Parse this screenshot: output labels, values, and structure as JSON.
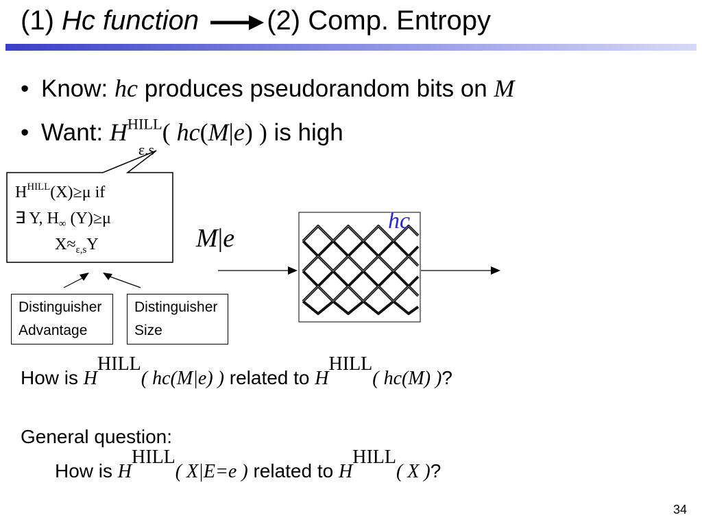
{
  "title": {
    "left_prefix": "(1) ",
    "left_italic": "Hc function",
    "right": "(2) Comp. Entropy",
    "arrow_icon": "right-arrow-icon"
  },
  "bullets": [
    {
      "lead": "Know: ",
      "math_hc": "hc",
      "middle": " produces pseudorandom bits on ",
      "math_M": "M"
    },
    {
      "lead": "Want: ",
      "H": "H",
      "sup": "HILL",
      "sub": "ε,s",
      "expr_open": "( ",
      "hc": "hc",
      "paren": "(",
      "M": "M",
      "bar": "|",
      "e": "e",
      "close": ") )",
      "tail": " is high"
    }
  ],
  "callout": {
    "line1_H": "H",
    "line1_sup": "HILL",
    "line1_rest": "(X)≥μ if",
    "line2_a": "∃ Y, H",
    "line2_sub": "∞",
    "line2_b": " (Y)≥μ",
    "line3_a": "X≈",
    "line3_sub": "ε,s",
    "line3_b": "Y"
  },
  "distinguishers": {
    "advantage": [
      "Distinguisher",
      "Advantage"
    ],
    "size": [
      "Distinguisher",
      "Size"
    ]
  },
  "diagram": {
    "input_M": "M",
    "input_bar": "|",
    "input_e": "e",
    "box_label": "hc",
    "mesh_icon": "chain-link-fence-icon",
    "accent_color": "#2a2ad0"
  },
  "question1": {
    "lead": "How is ",
    "H": "H",
    "sup": "HILL",
    "expr": "( hc(M|e) )",
    "middle": " related to ",
    "H2": "H",
    "sup2": "HILL",
    "expr2": "( hc(M) )",
    "tail": "?"
  },
  "question2": {
    "heading": "General question:",
    "lead": "How is ",
    "H": "H",
    "sup": "HILL",
    "expr": "( X|E=e )",
    "middle": " related to ",
    "H2": "H",
    "sup2": "HILL",
    "expr2": "( X )",
    "tail": "?"
  },
  "page_number": "34"
}
